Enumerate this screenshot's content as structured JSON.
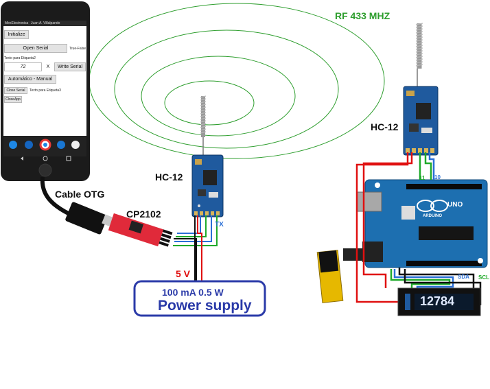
{
  "phone": {
    "status_bar_left": "MexElectronica",
    "status_bar_author": "Juan A. Villalpando",
    "initialize_button": "Initialize",
    "open_serial_button": "Open Serial",
    "true_false_label": "True-False",
    "text_label_2": "Texto para Etiqueta2",
    "input_value": "72",
    "clear_button": "X",
    "write_serial_button": "Write Serial",
    "auto_manual_button": "Automático - Manual",
    "close_serial_button": "Close Serial",
    "text_label_3": "Texto para Etiqueta3",
    "close_app_button": "CloseApp"
  },
  "labels": {
    "rf_title": "RF 433 MHZ",
    "hc12_left": "HC-12",
    "hc12_right": "HC-12",
    "cable_otg": "Cable OTG",
    "cp2102": "CP2102",
    "tx": "TX",
    "five_v": "5 V",
    "power_spec": "100 mA   0.5 W",
    "power_supply": "Power supply",
    "pin_11": "11",
    "pin_10": "10",
    "sda": "SDA",
    "scl": "SCL",
    "oled_value": "12784",
    "arduino_brand": "ARDUINO",
    "arduino_model": "UNO"
  },
  "colors": {
    "rf_green": "#2e9e2e",
    "wire_red": "#e01010",
    "wire_green": "#1faa2a",
    "wire_blue": "#2a6fd6",
    "wire_black": "#111111",
    "power_box": "#2a3aa8",
    "arduino_board": "#1d6fb0",
    "module_blue": "#1f5a9e"
  }
}
